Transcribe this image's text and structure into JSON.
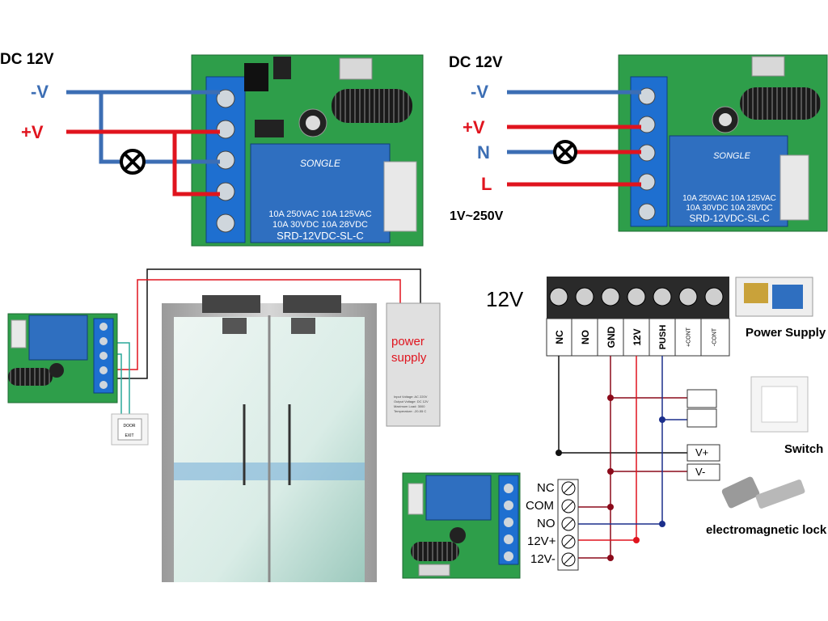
{
  "colors": {
    "neg_wire": "#3c6eb4",
    "pos_wire": "#e0141e",
    "pcb_green": "#2e9e4a",
    "terminal_blue": "#1e6fd0",
    "relay_blue": "#2f6fc0",
    "dark_red": "#8b0a1a",
    "navy": "#1c2f8c"
  },
  "top_left": {
    "supply": "DC 12V",
    "neg": "-V",
    "pos": "+V"
  },
  "top_right": {
    "supply": "DC 12V",
    "neg": "-V",
    "pos": "+V",
    "neutral": "N",
    "live": "L",
    "range": "1V~250V"
  },
  "relay": {
    "brand": "SONGLE",
    "rating1": "10A 250VAC  10A 125VAC",
    "rating2": "10A  30VDC  10A  28VDC",
    "model": "SRD-12VDC-SL-C"
  },
  "door": {
    "power_supply_line1": "power",
    "power_supply_line2": "supply",
    "ps_spec1": "Input Voltage: AC 220V",
    "ps_spec2": "Output Voltage: DC 12V",
    "ps_spec3": "Maximum Load: 3000",
    "ps_spec4": "Temperature: -20-55 C",
    "exit_line1": "DOOR",
    "exit_line2": "EXIT"
  },
  "controller": {
    "voltage": "12V",
    "terminals": [
      "NC",
      "NO",
      "GND",
      "12V",
      "PUSH",
      "+CONT",
      "-CONT"
    ],
    "power_supply": "Power Supply",
    "switch": "Switch",
    "lock": "electromagnetic lock",
    "v_plus": "V+",
    "v_minus": "V-"
  },
  "module_terminals": [
    "NC",
    "COM",
    "NO",
    "12V+",
    "12V-"
  ]
}
